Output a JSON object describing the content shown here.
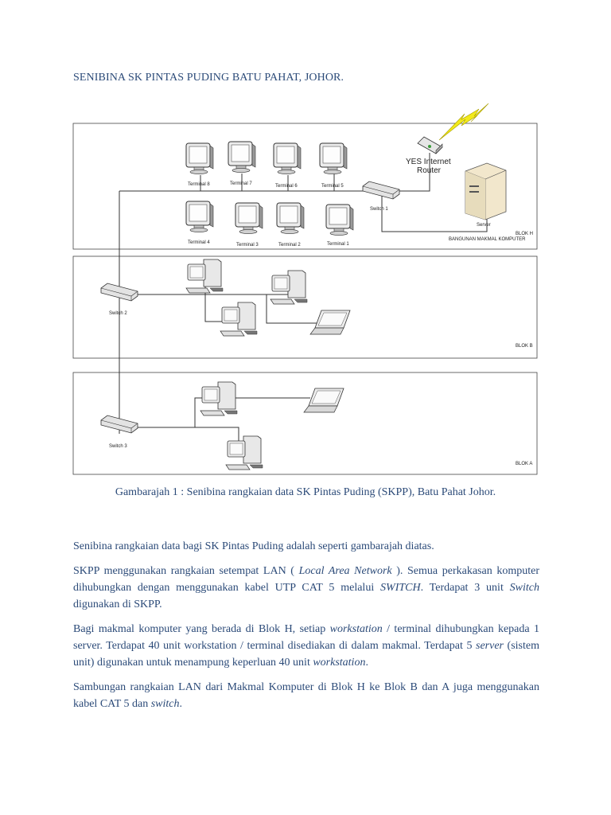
{
  "title": "SENIBINA SK PINTAS PUDING BATU PAHAT, JOHOR.",
  "diagram": {
    "blocks": [
      {
        "label_line1": "BLOK H",
        "label_line2": "BANGUNAN MAKMAL KOMPUTER"
      },
      {
        "label_line1": "BLOK B"
      },
      {
        "label_line1": "BLOK A"
      }
    ],
    "terminals_top": [
      "Terminal 8",
      "Terminal 7",
      "Terminal 6",
      "Terminal 5"
    ],
    "terminals_bottom": [
      "Terminal 4",
      "Terminal 3",
      "Terminal 2",
      "Terminal 1"
    ],
    "switches": [
      "Switch 1",
      "Switch 2",
      "Switch 3"
    ],
    "router_line1": "YES Internet",
    "router_line2": "Router",
    "server": "Server"
  },
  "caption": "Gambarajah 1 : Senibina rangkaian data SK Pintas Puding (SKPP), Batu Pahat Johor.",
  "paragraphs": {
    "p1": "Senibina rangkaian data bagi SK Pintas Puding adalah seperti gambarajah diatas.",
    "p2": {
      "a": "SKPP menggunakan rangkaian setempat LAN ( ",
      "b": "Local Area Network",
      "c": " ). Semua perkakasan komputer dihubungkan dengan menggunakan kabel UTP CAT 5 melalui ",
      "d": "SWITCH",
      "e": ". Terdapat 3 unit ",
      "f": "Switch",
      "g": " digunakan di SKPP."
    },
    "p3": {
      "a": "Bagi makmal komputer yang berada di Blok H, setiap ",
      "b": "workstation",
      "c": " / terminal dihubungkan kepada 1 server. Terdapat 40 unit workstation / terminal disediakan di dalam makmal. Terdapat 5 ",
      "d": "server",
      "e": " (sistem unit) digunakan untuk menampung keperluan 40 unit ",
      "f": "workstation",
      "g": "."
    },
    "p4": {
      "a": "Sambungan rangkaian LAN dari Makmal Komputer di Blok H ke Blok B dan A juga menggunakan kabel CAT 5 dan ",
      "b": "switch",
      "c": "."
    }
  },
  "colors": {
    "text": "#2b4a78",
    "lightning": "#f2ea1a"
  }
}
